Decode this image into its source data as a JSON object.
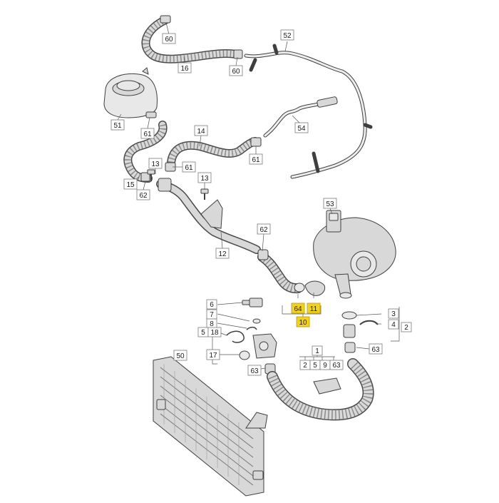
{
  "labels": {
    "l60a": "60",
    "l16": "16",
    "l60b": "60",
    "l52": "52",
    "l51": "51",
    "l61a": "61",
    "l14": "14",
    "l54": "54",
    "l61b": "61",
    "l61c": "61",
    "l13a": "13",
    "l15": "15",
    "l62a": "62",
    "l13b": "13",
    "l53": "53",
    "l62b": "62",
    "l12": "12",
    "l64": "64",
    "l11": "11",
    "l10": "10",
    "l6": "6",
    "l7": "7",
    "l8": "8",
    "l5": "5",
    "l18": "18",
    "l17": "17",
    "l63a": "63",
    "l3": "3",
    "l4": "4",
    "l2": "2",
    "l63b": "63",
    "l1": "1",
    "l2b": "2",
    "l5b": "5",
    "l9": "9",
    "l63c": "63",
    "l50": "50"
  },
  "colors": {
    "highlight": "#f3d21a",
    "line": "#3f3f3f",
    "part": "#d8d8d8"
  }
}
